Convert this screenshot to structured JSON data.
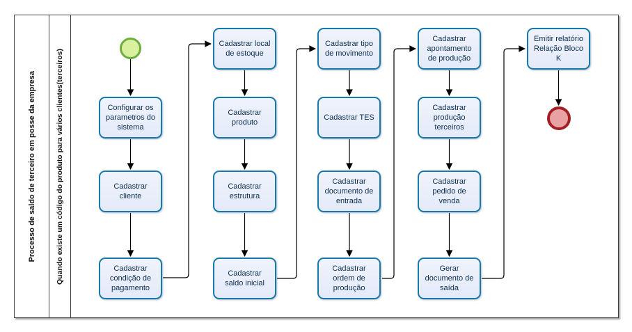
{
  "pool": {
    "label": "Processo de saldo de terceiro em posse da empresa"
  },
  "lane": {
    "label": "Quando existe um código do produto para vários clientes(terceiros)"
  },
  "nodes": {
    "configure_system_params": {
      "label": "Configurar os parametros do sistema"
    },
    "register_client": {
      "label": "Cadastrar cliente"
    },
    "register_payment_condition": {
      "label": "Cadastrar condição de pagamento"
    },
    "register_stock_location": {
      "label": "Cadastrar local de estoque"
    },
    "register_product": {
      "label": "Cadastrar produto"
    },
    "register_structure": {
      "label": "Cadastrar estrutura"
    },
    "register_initial_balance": {
      "label": "Cadastrar saldo inicial"
    },
    "register_movement_type": {
      "label": "Cadastrar tipo de movimento"
    },
    "register_tes": {
      "label": "Cadastrar TES"
    },
    "register_entry_document": {
      "label": "Cadastrar documento de entrada"
    },
    "register_production_order": {
      "label": "Cadastrar ordem de produção"
    },
    "register_production_appointment": {
      "label": "Cadastrar apontamento de produção"
    },
    "register_third_party_production": {
      "label": "Cadastrar produção terceiros"
    },
    "register_sales_order": {
      "label": "Cadastrar pedido de venda"
    },
    "generate_exit_document": {
      "label": "Gerar documento de saída"
    },
    "emit_block_k_report": {
      "label": "Emitir relatório Relação Bloco K"
    }
  },
  "events": {
    "start": {
      "name": "start-event"
    },
    "end": {
      "name": "end-event"
    }
  },
  "colors": {
    "task_fill": "#e8edfa",
    "task_border": "#1878a8",
    "task_text": "#0d3050",
    "start_fill": "#d9f19e",
    "start_border": "#6fae3e",
    "end_fill": "#e9a2a4",
    "end_border": "#a21f24",
    "connector": "#000000",
    "frame": "#3f3f3f"
  }
}
